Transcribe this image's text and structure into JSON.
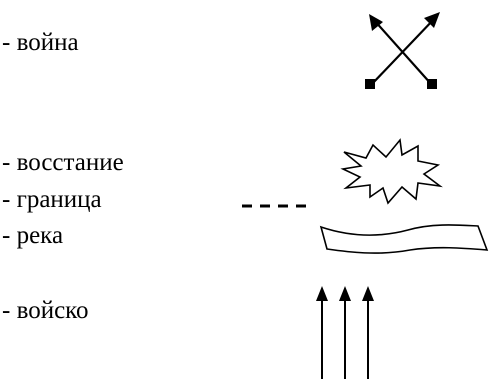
{
  "legend": {
    "items": [
      {
        "label": "- война",
        "symbol": "crossed-arrows-icon"
      },
      {
        "label": "- восстание",
        "symbol": "explosion-star-icon"
      },
      {
        "label": "- граница",
        "symbol": "dashed-line-icon"
      },
      {
        "label": "- река",
        "symbol": "wavy-ribbon-icon"
      },
      {
        "label": "- войско",
        "symbol": "triple-arrow-icon"
      }
    ]
  },
  "colors": {
    "ink": "#000000",
    "background": "#ffffff"
  }
}
